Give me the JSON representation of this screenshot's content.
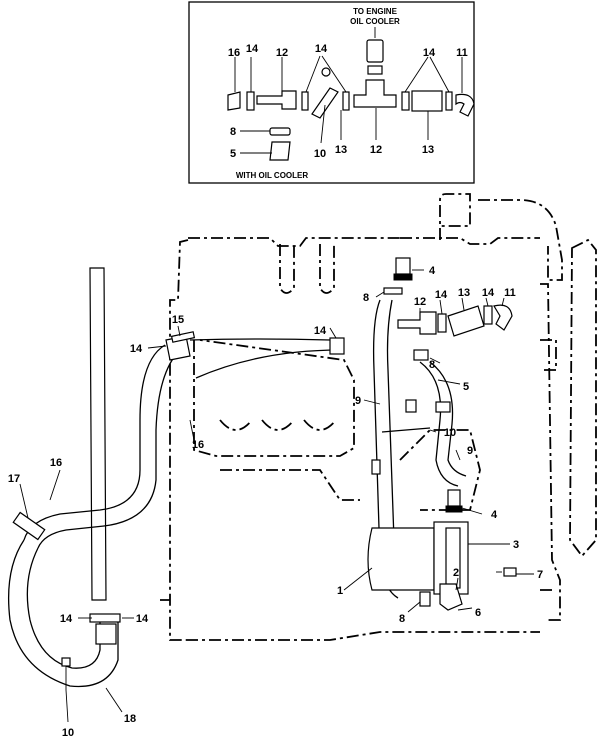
{
  "inset": {
    "header_line1": "TO ENGINE",
    "header_line2": "OIL COOLER",
    "caption": "WITH OIL COOLER",
    "callouts": [
      "16",
      "14",
      "12",
      "14",
      "14",
      "11",
      "8",
      "5",
      "10",
      "13",
      "12",
      "13"
    ]
  },
  "callouts": [
    "4",
    "8",
    "12",
    "14",
    "13",
    "14",
    "11",
    "15",
    "14",
    "14",
    "8",
    "5",
    "9",
    "10",
    "16",
    "9",
    "4",
    "3",
    "7",
    "2",
    "1",
    "6",
    "8",
    "17",
    "16",
    "14",
    "14",
    "10",
    "18"
  ]
}
